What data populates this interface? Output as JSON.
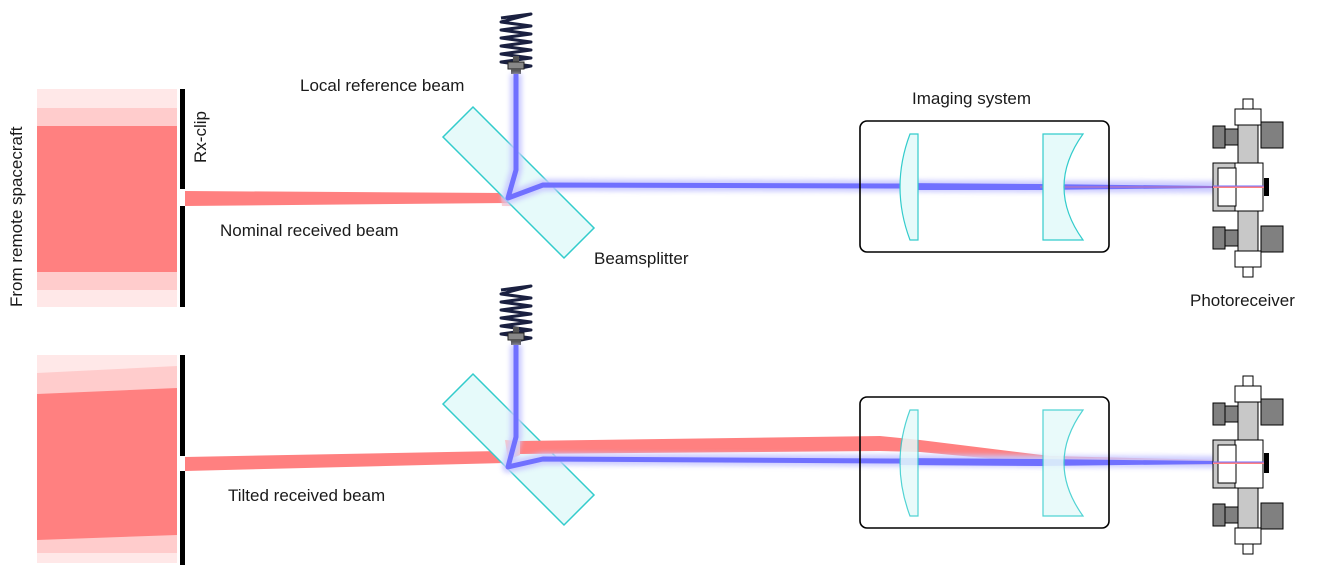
{
  "labels": {
    "local_reference_beam": "Local reference beam",
    "imaging_system": "Imaging system",
    "rx_clip": "Rx-clip",
    "from_remote_spacecraft": "From remote spacecraft",
    "nominal_received_beam": "Nominal received beam",
    "beamsplitter": "Beamsplitter",
    "photoreceiver": "Photoreceiver",
    "tilted_received_beam": "Tilted received beam"
  },
  "colors": {
    "received_beam": "#ff8080",
    "received_beam_light": "#ffd0d0",
    "received_beam_faint": "#ffe8e8",
    "reference_beam": "#7070ff",
    "reference_beam_glow": "#c8c8ff",
    "optics_outline": "#33cccc",
    "optics_fill": "#e6fafa",
    "clip": "#000000",
    "photoreceiver_dark": "#808080",
    "photoreceiver_light": "#c8c8c8",
    "fiber": "#1a2040"
  }
}
